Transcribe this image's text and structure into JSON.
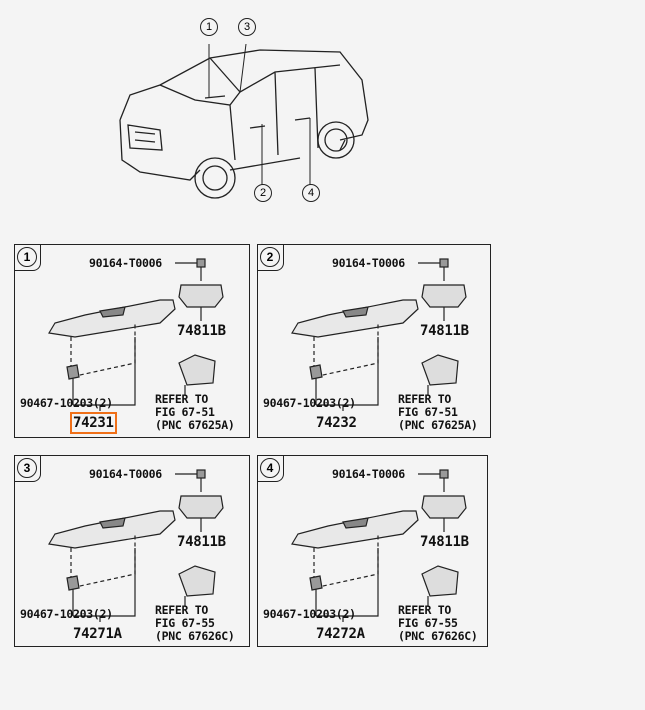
{
  "overview": {
    "callouts": [
      "1",
      "2",
      "3",
      "4"
    ]
  },
  "panels": [
    {
      "badge": "1",
      "screw": "90164-T0006",
      "bezel": "74811B",
      "clip": "90467-10203(2)",
      "part": "74231",
      "refer": [
        "REFER TO",
        "FIG 67-51",
        "(PNC 67625A)"
      ],
      "highlight": true
    },
    {
      "badge": "2",
      "screw": "90164-T0006",
      "bezel": "74811B",
      "clip": "90467-10203(2)",
      "part": "74232",
      "refer": [
        "REFER TO",
        "FIG 67-51",
        "(PNC 67625A)"
      ]
    },
    {
      "badge": "3",
      "screw": "90164-T0006",
      "bezel": "74811B",
      "clip": "90467-10203(2)",
      "part": "74271A",
      "refer": [
        "REFER TO",
        "FIG 67-55",
        "(PNC 67626C)"
      ]
    },
    {
      "badge": "4",
      "screw": "90164-T0006",
      "bezel": "74811B",
      "clip": "90467-10203(2)",
      "part": "74272A",
      "refer": [
        "REFER TO",
        "FIG 67-55",
        "(PNC 67626C)"
      ]
    }
  ],
  "colors": {
    "highlight": "#f07018"
  }
}
